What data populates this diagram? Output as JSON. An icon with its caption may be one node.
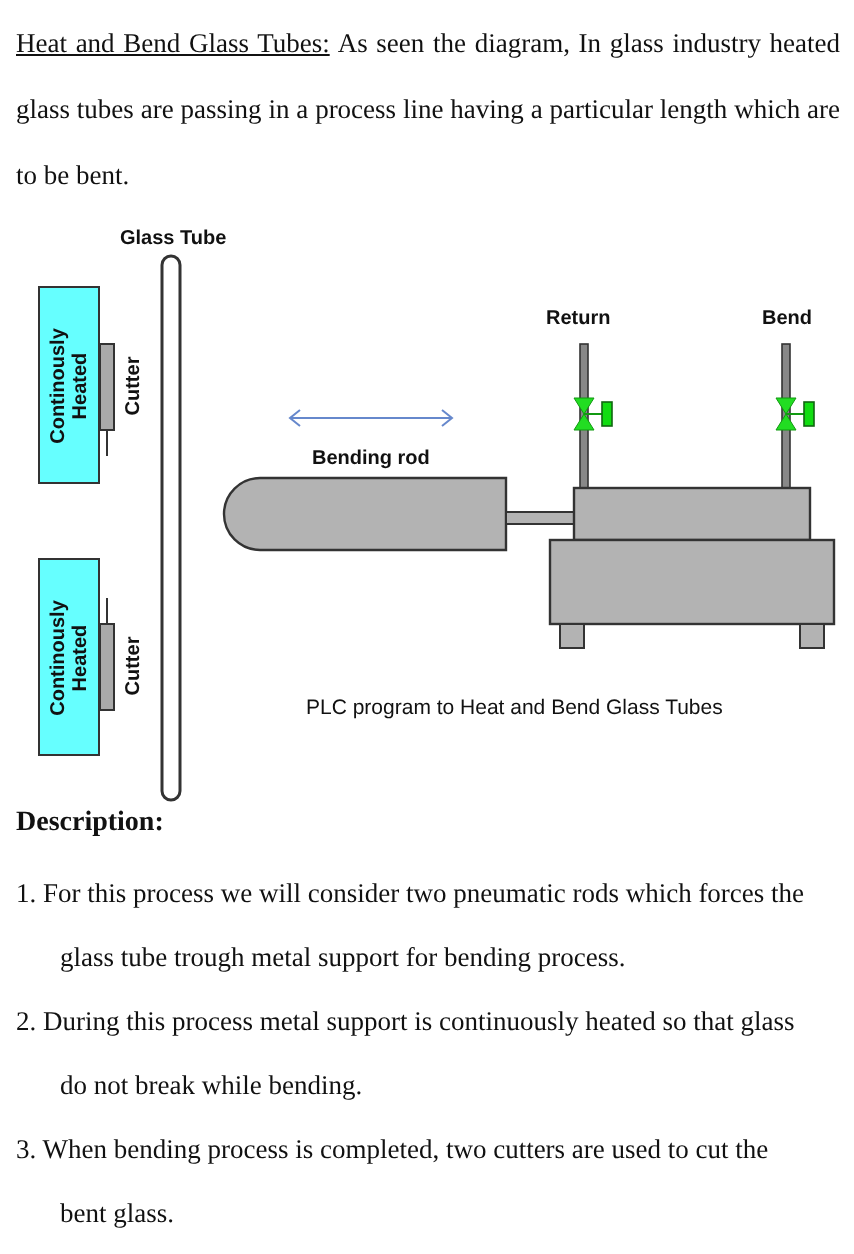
{
  "diagram": {
    "title": "Heat and Bend Glass Tubes:",
    "caption": "PLC program to Heat and Bend Glass Tubes",
    "nodes": [
      {
        "text": [
          "Continously Heated"
        ]
      },
      {
        "text": [
          "Continously Heated"
        ]
      }
    ],
    "labels": [
      "As seen the diagram, In glass industry heated glass tubes are passing in a process line having a particular length which are to be bent.",
      "Glass Tube",
      "Cutter",
      "Return",
      "Bend",
      "Bending rod",
      "Cutter",
      "Description:",
      "1. For this process we will consider two pneumatic rods which forces the glass tube trough metal support for bending process.",
      "2. During this process metal support is continuously heated so that glass do not break while bending.",
      "3. When bending process is completed, two cutters are used to cut the bent glass."
    ]
  }
}
